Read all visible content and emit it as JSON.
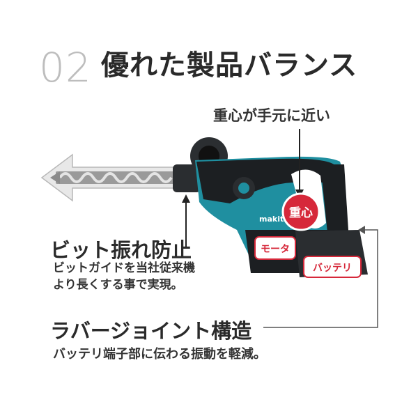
{
  "heading": {
    "number": "02",
    "title": "優れた製品バランス"
  },
  "callouts": {
    "center_of_gravity": "重心が手元に近い",
    "center_badge": "重心",
    "motor_label": "モータ",
    "battery_label": "バッテリ"
  },
  "features": [
    {
      "title": "ビット振れ防止",
      "lines": [
        "ビットガイドを当社従来機",
        "より長くする事で実現。"
      ]
    },
    {
      "title": "ラバージョイント構造",
      "lines": [
        "バッテリ端子部に伝わる振動を軽減。"
      ]
    }
  ],
  "brand": "makita",
  "colors": {
    "tool_teal": "#1f8fa0",
    "tool_dark": "#1c1f22",
    "accent_red": "#d6283a",
    "label_border": "#d6283a"
  }
}
